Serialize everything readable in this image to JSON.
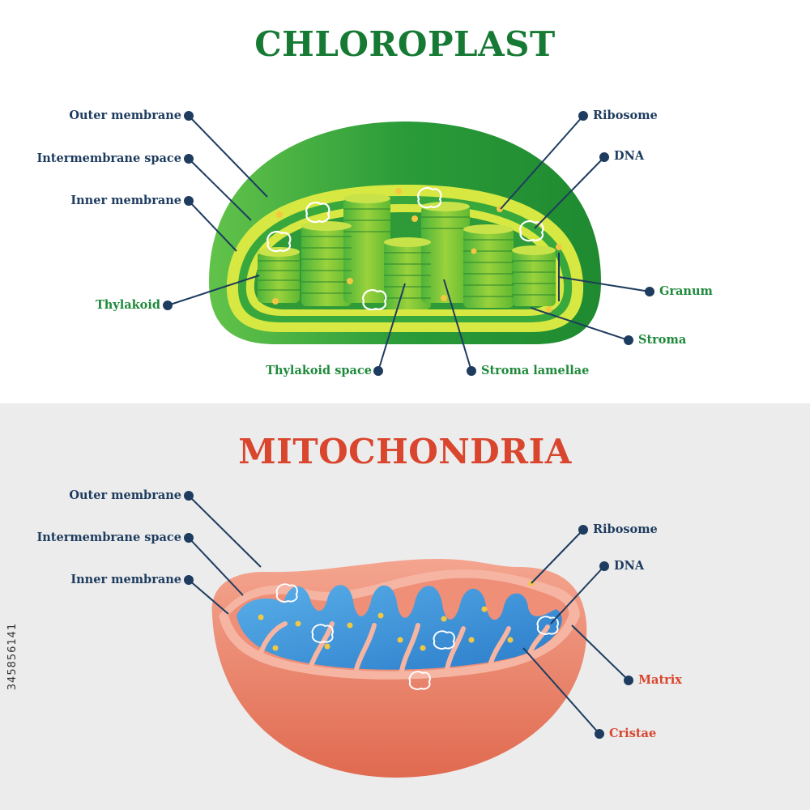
{
  "colors": {
    "title_chloroplast": "#177a34",
    "title_mitochondria": "#d9452d",
    "label_navy": "#1e3c5f",
    "label_green": "#1f8a3b",
    "label_red": "#d9452d",
    "chloroplast_outer": "#2fa43d",
    "chloroplast_inner": "#d8e842",
    "mitochondria_outer": "#ef8c74",
    "mitochondria_matrix": "#3a8fd8"
  },
  "chloroplast": {
    "title": "CHLOROPLAST",
    "labels": {
      "outer_membrane": "Outer membrane",
      "intermembrane_space": "Intermembrane space",
      "inner_membrane": "Inner membrane",
      "thylakoid": "Thylakoid",
      "thylakoid_space": "Thylakoid space",
      "stroma_lamellae": "Stroma lamellae",
      "ribosome": "Ribosome",
      "dna": "DNA",
      "granum": "Granum",
      "stroma": "Stroma"
    }
  },
  "mitochondria": {
    "title": "MITOCHONDRIA",
    "labels": {
      "outer_membrane": "Outer membrane",
      "intermembrane_space": "Intermembrane space",
      "inner_membrane": "Inner membrane",
      "ribosome": "Ribosome",
      "dna": "DNA",
      "matrix": "Matrix",
      "cristae": "Cristae"
    }
  },
  "watermark": {
    "id_text": "345856141"
  }
}
